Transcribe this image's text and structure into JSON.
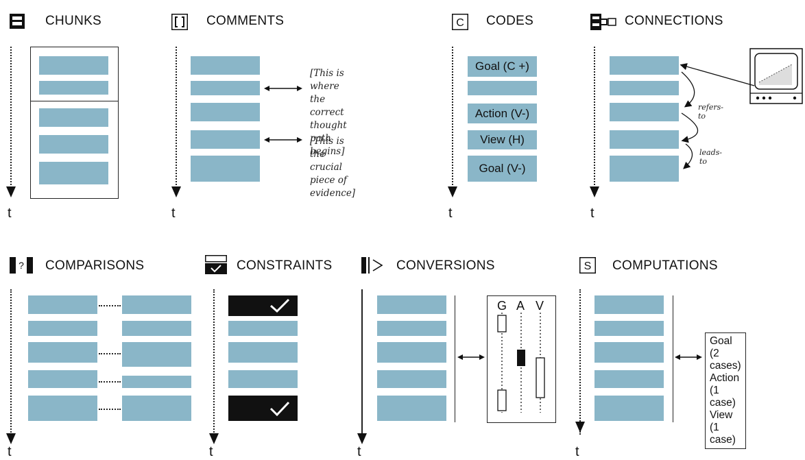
{
  "panels": {
    "chunks": {
      "title": "CHUNKS",
      "axis": "t"
    },
    "comments": {
      "title": "COMMENTS",
      "axis": "t",
      "notes": [
        "[This is where the correct thought path begins]",
        "[This is the crucial piece of evidence]"
      ],
      "note1_lines": [
        "[This is where the",
        "correct thought",
        "path begins]"
      ],
      "note2_lines": [
        "[This is the crucial",
        "piece of evidence]"
      ]
    },
    "codes": {
      "title": "CODES",
      "axis": "t",
      "bars": [
        "Goal (C +)",
        "",
        "Action (V-)",
        "View (H)",
        "Goal (V-)"
      ]
    },
    "connections": {
      "title": "CONNECTIONS",
      "axis": "t",
      "labels": [
        "refers-to",
        "leads-to"
      ]
    },
    "comparisons": {
      "title": "COMPARISONS",
      "axis": "t"
    },
    "constraints": {
      "title": "CONSTRAINTS",
      "axis": "t"
    },
    "conversions": {
      "title": "CONVERSIONS",
      "axis": "t",
      "columns": [
        "G",
        "A",
        "V"
      ]
    },
    "computations": {
      "title": "COMPUTATIONS",
      "axis": "t",
      "summary": [
        "Goal (2 cases)",
        "Action (1 case)",
        "View (1 case)"
      ]
    }
  },
  "icons": {
    "chunks": "chunks-icon",
    "comments": "bracket-icon",
    "codes": "c-box-icon",
    "connections": "connector-icon",
    "comparisons": "question-bars-icon",
    "constraints": "checkbox-icon",
    "conversions": "play-bars-icon",
    "computations": "s-box-icon"
  },
  "colors": {
    "bar": "#8ab6c8",
    "ink": "#111111"
  }
}
